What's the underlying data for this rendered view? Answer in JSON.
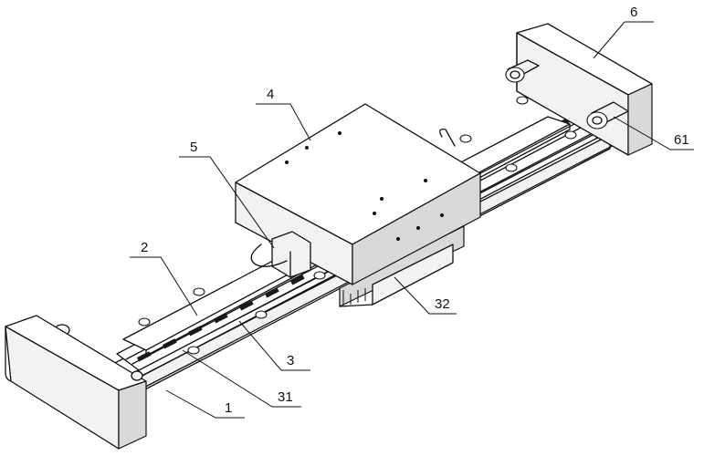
{
  "callouts": {
    "c6": "6",
    "c61": "61",
    "c4": "4",
    "c5": "5",
    "c2": "2",
    "c3": "3",
    "c31": "31",
    "c32": "32",
    "c1": "1"
  }
}
